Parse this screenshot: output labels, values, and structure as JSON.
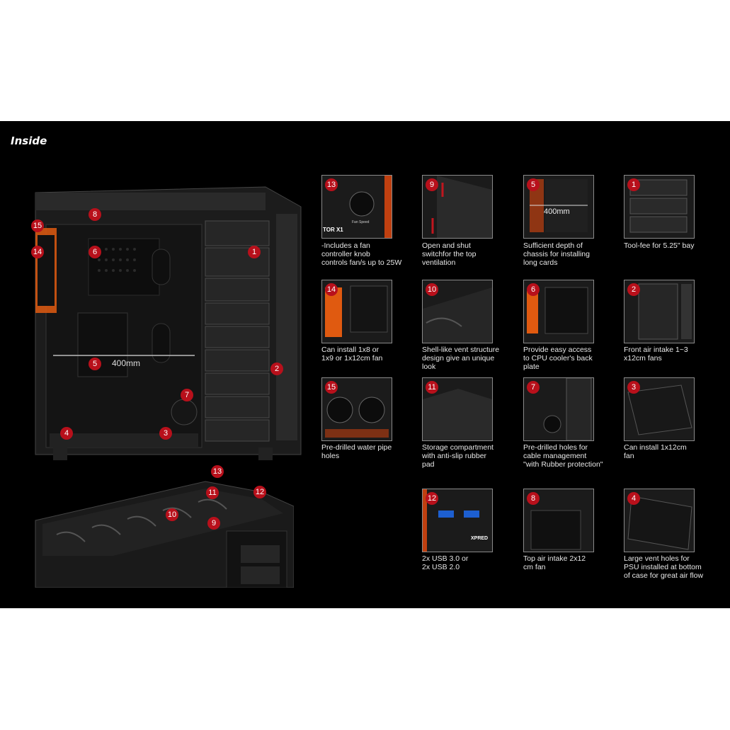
{
  "heading": "Inside",
  "case_badges": [
    "8",
    "15",
    "14",
    "6",
    "1",
    "5",
    "2",
    "7",
    "4",
    "3"
  ],
  "dimension_label": "400mm",
  "top_badges": [
    "13",
    "11",
    "12",
    "10",
    "9"
  ],
  "features": [
    {
      "badge": "13",
      "caption": "-Includes a fan\ncontroller knob\ncontrols fan/s up to 25W",
      "thumb_text": "TOR X1",
      "thumb_text2": "Fan Speed"
    },
    {
      "badge": "9",
      "caption": "Open and shut\nswitchfor the top\nventilation"
    },
    {
      "badge": "5",
      "caption": "Sufficient depth of\nchassis for installing\nlong cards",
      "thumb_text": "400mm"
    },
    {
      "badge": "1",
      "caption": "Tool-fee for 5.25\" bay"
    },
    {
      "badge": "14",
      "caption": "Can install 1x8 or\n1x9 or 1x12cm fan"
    },
    {
      "badge": "10",
      "caption": "Shell-like vent structure\ndesign give an unique\nlook"
    },
    {
      "badge": "6",
      "caption": "Provide easy access\nto CPU cooler's back\nplate"
    },
    {
      "badge": "2",
      "caption": "Front air intake 1~3\nx12cm fans"
    },
    {
      "badge": "15",
      "caption": "Pre-drilled water pipe\nholes"
    },
    {
      "badge": "11",
      "caption": "Storage compartment\nwith anti-slip rubber\npad"
    },
    {
      "badge": "7",
      "caption": "Pre-drilled holes for\ncable management\n \"with Rubber protection\""
    },
    {
      "badge": "3",
      "caption": "Can install 1x12cm\nfan"
    },
    {
      "badge": "12",
      "caption": "2x USB 3.0 or\n2x USB 2.0",
      "thumb_text": "XPRED"
    },
    {
      "badge": "8",
      "caption": "Top air intake 2x12\ncm fan"
    },
    {
      "badge": "4",
      "caption": "Large vent holes for\nPSU installed at bottom\nof case for great air flow"
    }
  ],
  "colors": {
    "badge": "#b8101b",
    "fan_orange": "#e05a10",
    "background": "#000000"
  }
}
